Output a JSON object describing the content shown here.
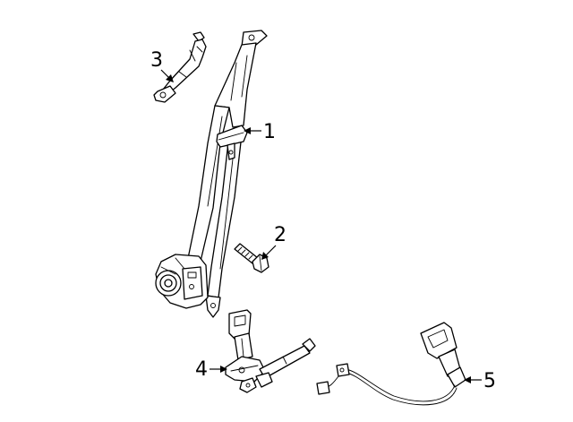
{
  "callouts": [
    {
      "number": "1",
      "part": "seat-belt-retractor-assembly"
    },
    {
      "number": "2",
      "part": "anchor-bolt"
    },
    {
      "number": "3",
      "part": "shoulder-belt-guide"
    },
    {
      "number": "4",
      "part": "inner-buckle-assembly-front"
    },
    {
      "number": "5",
      "part": "inner-buckle-assembly-rear"
    }
  ],
  "colors": {
    "line": "#000000",
    "background": "#ffffff"
  }
}
